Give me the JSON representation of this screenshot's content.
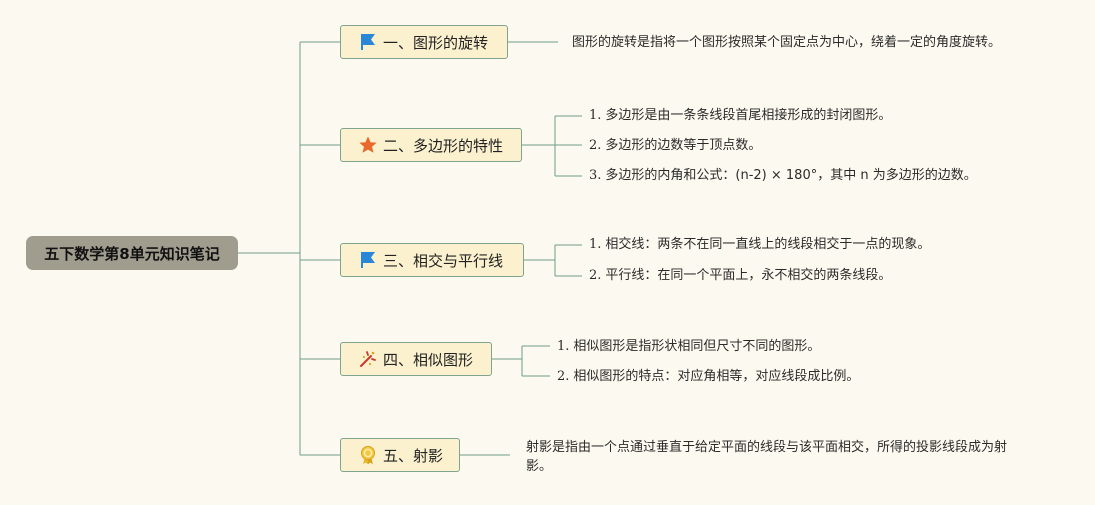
{
  "root": {
    "title": "五下数学第8单元知识笔记"
  },
  "branches": [
    {
      "title": "一、图形的旋转",
      "icon": "blue-flag-icon",
      "notes": [
        "图形的旋转是指将一个图形按照某个固定点为中心，绕着一定的角度旋转。"
      ]
    },
    {
      "title": "二、多边形的特性",
      "icon": "orange-star-icon",
      "notes": [
        {
          "num": "1.",
          "text": "多边形是由一条条线段首尾相接形成的封闭图形。"
        },
        {
          "num": "2.",
          "text": "多边形的边数等于顶点数。"
        },
        {
          "num": "3.",
          "text": "多边形的内角和公式：(n-2) × 180°，其中 n 为多边形的边数。"
        }
      ]
    },
    {
      "title": "三、相交与平行线",
      "icon": "blue-flag-icon",
      "notes": [
        {
          "num": "1.",
          "text": "相交线：两条不在同一直线上的线段相交于一点的现象。"
        },
        {
          "num": "2.",
          "text": "平行线：在同一个平面上，永不相交的两条线段。"
        }
      ]
    },
    {
      "title": "四、相似图形",
      "icon": "party-popper-icon",
      "notes": [
        {
          "num": "1.",
          "text": "相似图形是指形状相同但尺寸不同的图形。"
        },
        {
          "num": "2.",
          "text": "相似图形的特点：对应角相等，对应线段成比例。"
        }
      ]
    },
    {
      "title": "五、射影",
      "icon": "award-medal-icon",
      "notes": [
        "射影是指由一个点通过垂直于给定平面的线段与该平面相交，所得的投影线段成为射影。"
      ]
    }
  ],
  "colors": {
    "background": "#fcfaf0",
    "root_fill": "#a09d8f",
    "branch_fill": "#fbf1cf",
    "connector": "#6e9c86",
    "flag": "#2a86d6",
    "star": "#e86a2c"
  }
}
